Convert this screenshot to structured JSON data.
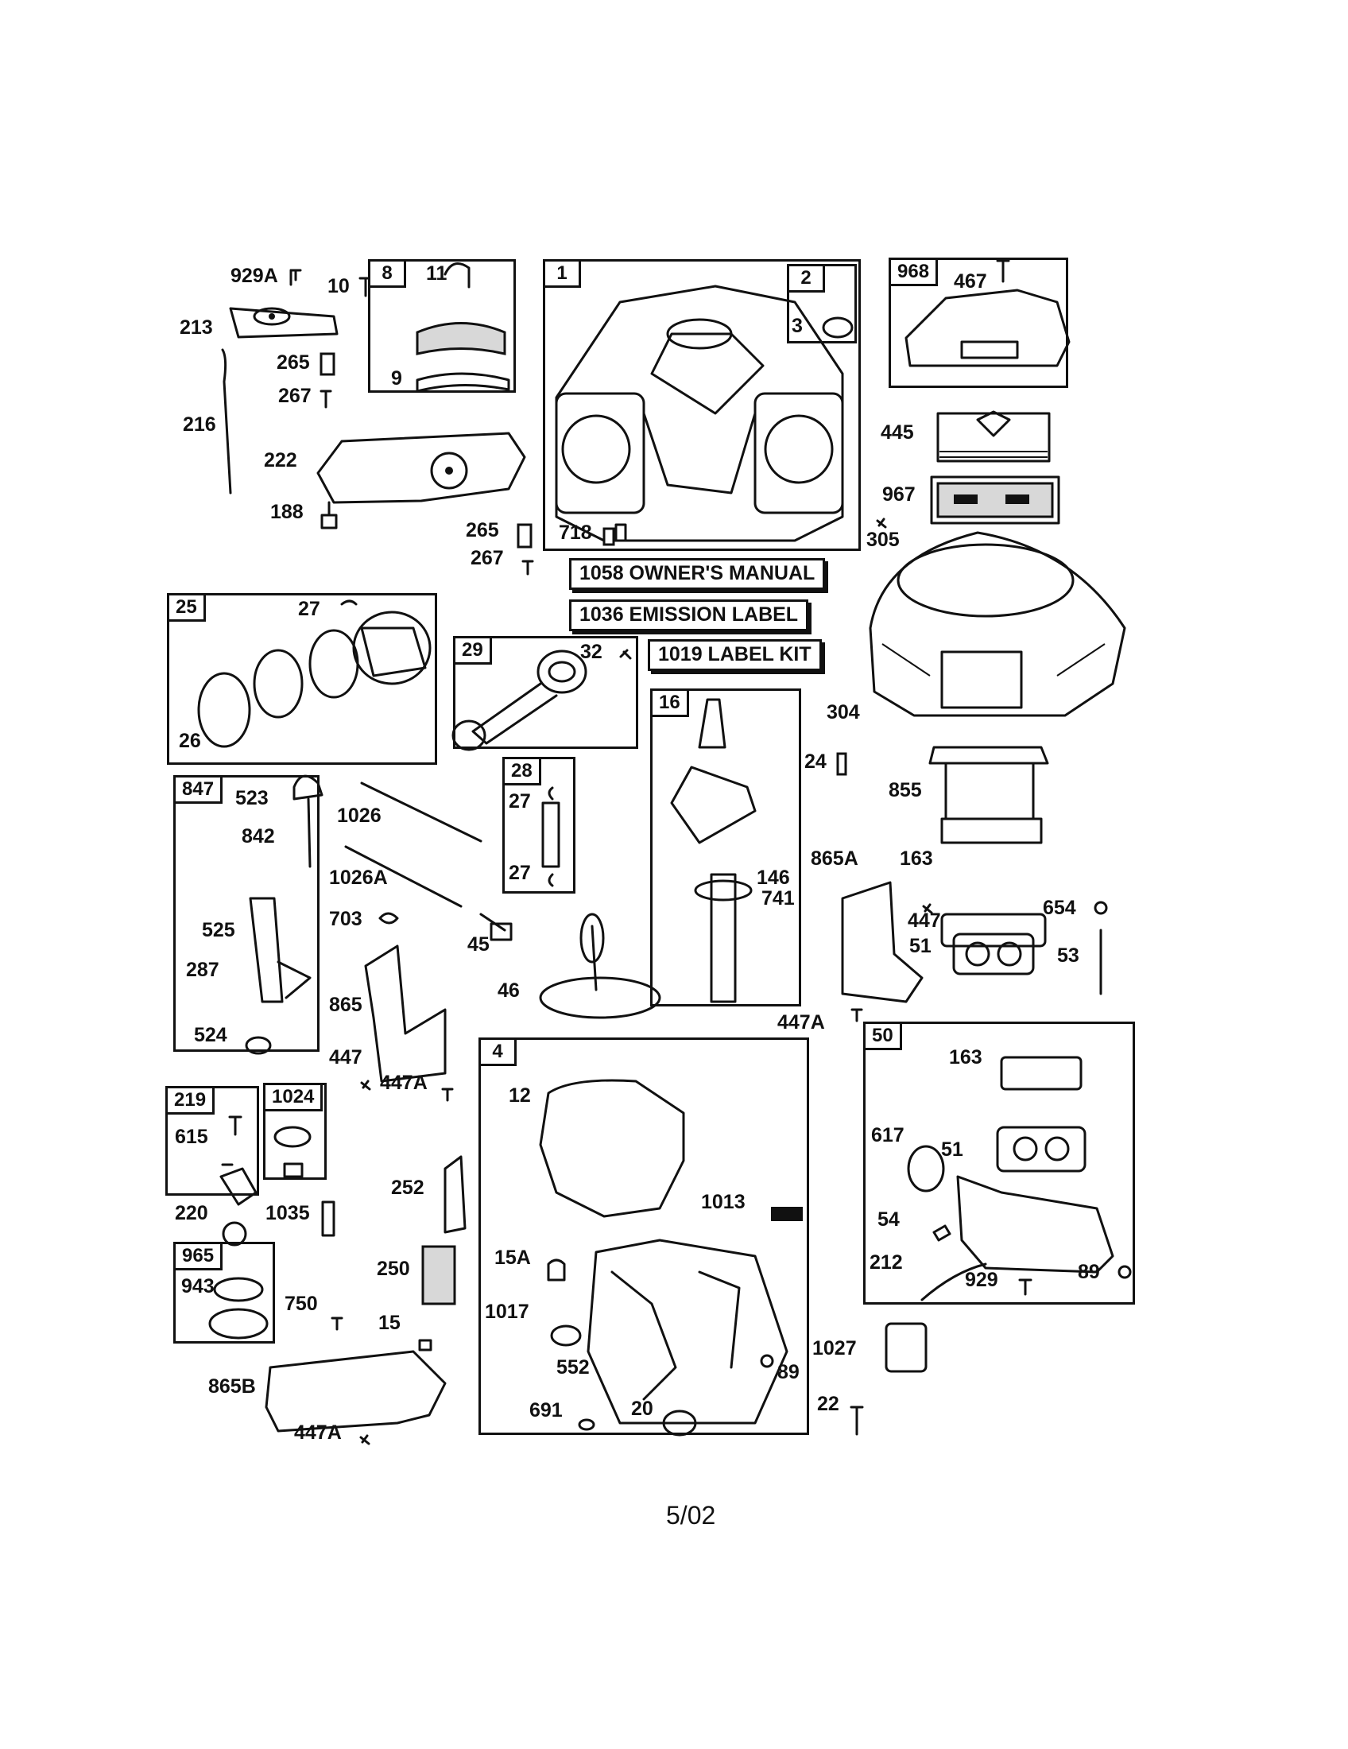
{
  "diagram": {
    "date_code": "5/02",
    "kits": {
      "owners_manual": "1058 OWNER'S MANUAL",
      "emission_label": "1036 EMISSION LABEL",
      "label_kit": "1019 LABEL KIT"
    },
    "boxes": {
      "b8": "8",
      "b1": "1",
      "b2": "2",
      "b968": "968",
      "b25": "25",
      "b29": "29",
      "b16": "16",
      "b28": "28",
      "b847": "847",
      "b4": "4",
      "b50": "50",
      "b219": "219",
      "b1024": "1024",
      "b965": "965"
    },
    "labels": {
      "l929A": "929A",
      "l10": "10",
      "l213": "213",
      "l265a": "265",
      "l267a": "267",
      "l216": "216",
      "l222": "222",
      "l188": "188",
      "l265b": "265",
      "l267b": "267",
      "l11": "11",
      "l9": "9",
      "l3": "3",
      "l718": "718",
      "l467": "467",
      "l445": "445",
      "l967": "967",
      "l305": "305",
      "l304": "304",
      "l27a": "27",
      "l26": "26",
      "l32": "32",
      "l24": "24",
      "l855": "855",
      "l523": "523",
      "l842": "842",
      "l525": "525",
      "l287": "287",
      "l524": "524",
      "l1026": "1026",
      "l1026A": "1026A",
      "l703": "703",
      "l45": "45",
      "l46": "46",
      "l865": "865",
      "l447a": "447",
      "l447Aa": "447A",
      "l27b": "27",
      "l27c": "27",
      "l146": "146",
      "l741": "741",
      "l865A": "865A",
      "l163a": "163",
      "l447b": "447",
      "l51a": "51",
      "l654": "654",
      "l53": "53",
      "l447Ab": "447A",
      "l12": "12",
      "l1013": "1013",
      "l15A": "15A",
      "l1017": "1017",
      "l552": "552",
      "l89a": "89",
      "l691": "691",
      "l20": "20",
      "l163b": "163",
      "l617": "617",
      "l51b": "51",
      "l54": "54",
      "l212": "212",
      "l929": "929",
      "l89b": "89",
      "l615": "615",
      "l220": "220",
      "l1035": "1035",
      "l252": "252",
      "l250": "250",
      "l750": "750",
      "l15": "15",
      "l943": "943",
      "l865B": "865B",
      "l447Ac": "447A",
      "l1027": "1027",
      "l22": "22"
    }
  }
}
